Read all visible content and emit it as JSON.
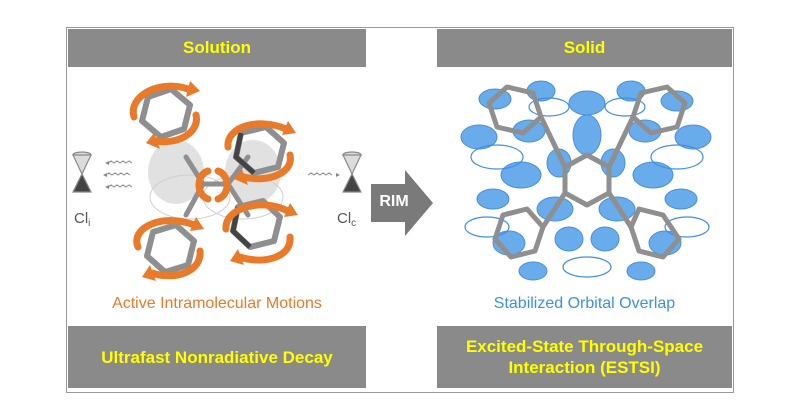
{
  "left_panel": {
    "header": "Solution",
    "caption": "Active Intramolecular Motions",
    "footer": "Ultrafast Nonradiative Decay",
    "cl_left": {
      "base": "Cl",
      "sub": "i"
    },
    "cl_right": {
      "base": "Cl",
      "sub": "c"
    }
  },
  "arrow": {
    "label": "RIM"
  },
  "right_panel": {
    "header": "Solid",
    "caption": "Stabilized Orbital Overlap",
    "footer_line1": "Excited-State Through-Space",
    "footer_line2": "Interaction (ESTSI)"
  },
  "colors": {
    "band": "#8a8a8a",
    "band_text": "#ffff00",
    "motion_orange": "#e87a2a",
    "orbital_blue": "#3d8fe6",
    "bond_gray": "#9b9b9b",
    "arrow_gray": "#7a7a7a"
  }
}
